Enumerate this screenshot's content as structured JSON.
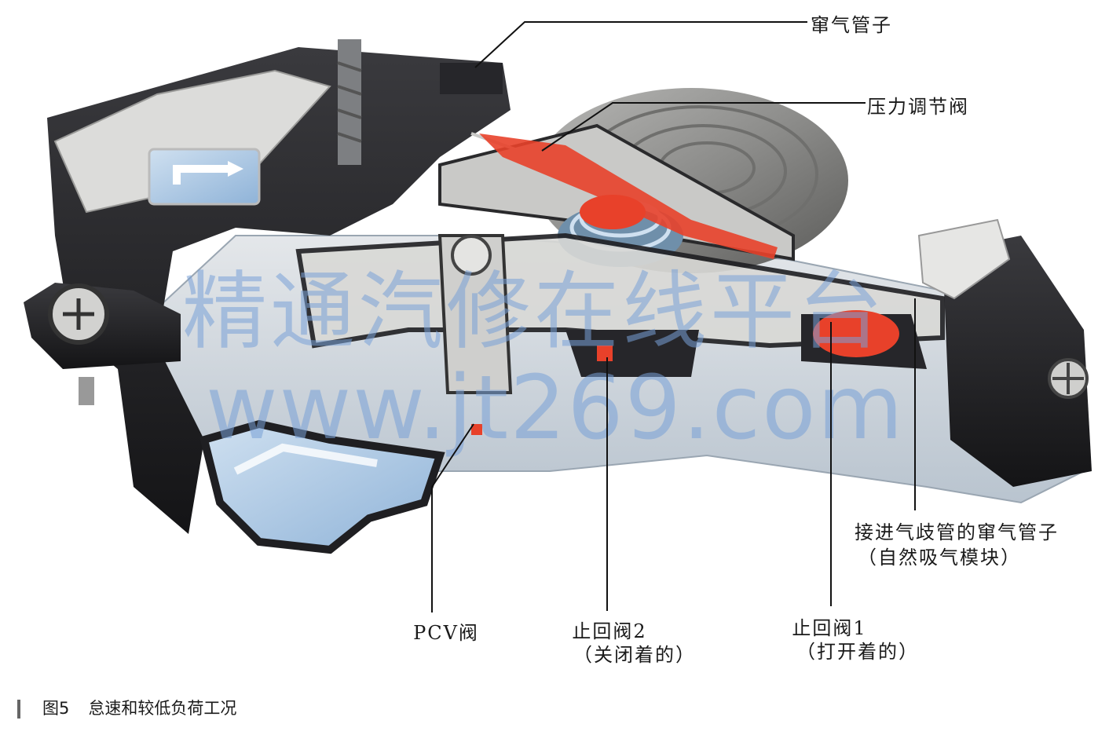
{
  "watermark": {
    "text_cn": "精通汽修在线平台",
    "text_url": "www.jt269.com"
  },
  "labels": {
    "vent_pipe": "窜气管子",
    "pressure_valve": "压力调节阀",
    "intake_vent_pipe_line1": "接进气歧管的窜气管子",
    "intake_vent_pipe_line2": "（自然吸气模块）",
    "pcv_valve": "PCV阀",
    "check_valve_2_line1": "止回阀2",
    "check_valve_2_line2": "（关闭着的）",
    "check_valve_1_line1": "止回阀1",
    "check_valve_1_line2": "（打开着的）"
  },
  "caption": {
    "number": "图5",
    "title": "怠速和较低负荷工况"
  },
  "colors": {
    "housing_dark": "#1f1f22",
    "housing_light": "#d9d9d6",
    "cover_gray": "#8c8c8a",
    "flow_blue": "#a9c8e6",
    "valve_red": "#e8412a",
    "watermark_blue": "#7aa0d7"
  }
}
